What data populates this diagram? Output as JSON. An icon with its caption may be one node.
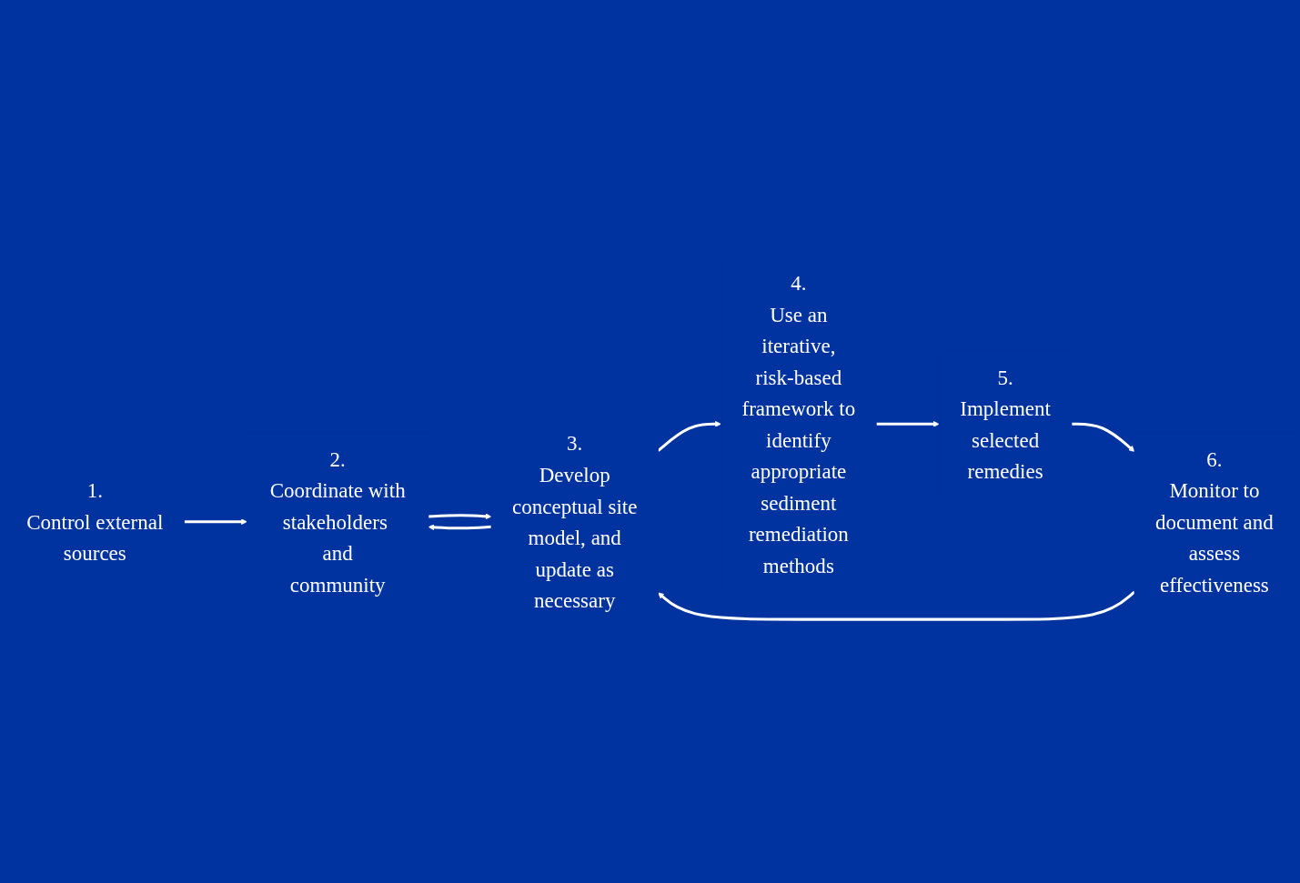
{
  "diagram": {
    "nodes": [
      {
        "text": [
          "1.",
          "Control external sources"
        ]
      },
      {
        "text": [
          "2.",
          "Coordinate with stakeholders and community"
        ]
      },
      {
        "text": [
          "3.",
          "Develop conceptual site model, and update as necessary"
        ]
      },
      {
        "text": [
          "4.",
          "Use an iterative, risk-based framework to identify appropriate sediment remediation methods"
        ]
      },
      {
        "text": [
          "5.",
          "Implement selected remedies"
        ]
      },
      {
        "text": [
          "6.",
          "Monitor to document and assess effectiveness"
        ]
      }
    ],
    "edges": [
      {
        "from": 0,
        "to": 1,
        "arrow": "to"
      },
      {
        "from": 1,
        "to": 2,
        "arrow": "to"
      },
      {
        "from": 2,
        "to": 1,
        "arrow": "to"
      },
      {
        "from": 2,
        "to": 3,
        "arrow": "to"
      },
      {
        "from": 3,
        "to": 4,
        "arrow": "to"
      },
      {
        "from": 4,
        "to": 5,
        "arrow": "to"
      },
      {
        "from": 5,
        "to": 2,
        "arrow": "to"
      }
    ]
  }
}
